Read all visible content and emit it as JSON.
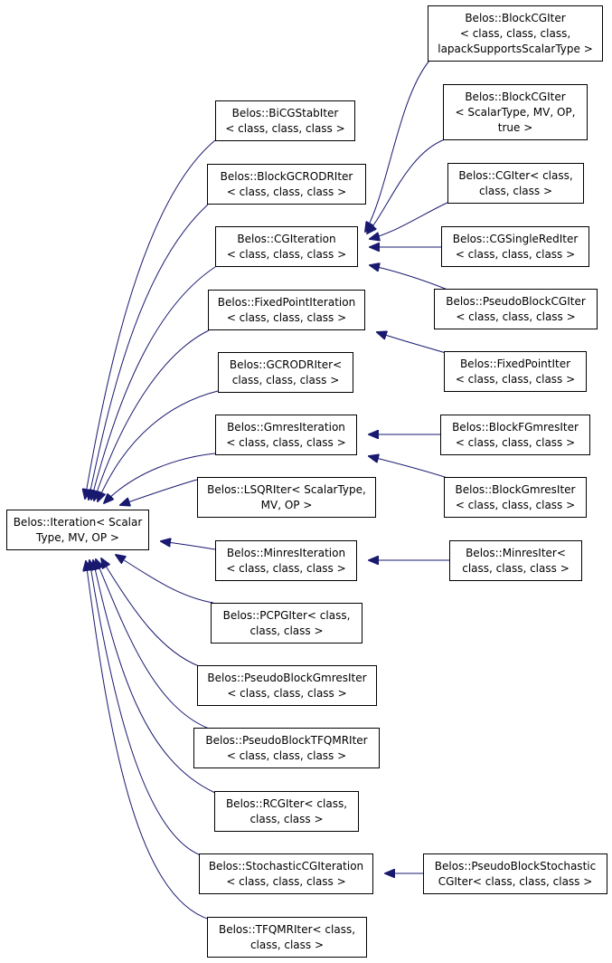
{
  "diagram": {
    "edge_color": "#191970",
    "root": {
      "lines": [
        "Belos::Iteration< Scalar",
        "Type, MV, OP >"
      ]
    },
    "nodes": [
      {
        "id": "bicgstab",
        "lines": [
          "Belos::BiCGStabIter",
          "< class, class, class >"
        ]
      },
      {
        "id": "blockgcrodr",
        "lines": [
          "Belos::BlockGCRODRIter",
          "< class, class, class >"
        ]
      },
      {
        "id": "cgiteration",
        "lines": [
          "Belos::CGIteration",
          "< class, class, class >"
        ]
      },
      {
        "id": "fixedpointiteration",
        "lines": [
          "Belos::FixedPointIteration",
          "< class, class, class >"
        ]
      },
      {
        "id": "gcrodr",
        "lines": [
          "Belos::GCRODRIter<",
          "class, class, class >"
        ]
      },
      {
        "id": "gmresiteration",
        "lines": [
          "Belos::GmresIteration",
          "< class, class, class >"
        ]
      },
      {
        "id": "lsqr",
        "lines": [
          "Belos::LSQRIter< ScalarType,",
          "MV, OP >"
        ]
      },
      {
        "id": "minresiteration",
        "lines": [
          "Belos::MinresIteration",
          "< class, class, class >"
        ]
      },
      {
        "id": "pcpg",
        "lines": [
          "Belos::PCPGIter< class,",
          "class, class >"
        ]
      },
      {
        "id": "pseudoblockgmres",
        "lines": [
          "Belos::PseudoBlockGmresIter",
          "< class, class, class >"
        ]
      },
      {
        "id": "pseudoblocktfqmr",
        "lines": [
          "Belos::PseudoBlockTFQMRIter",
          "< class, class, class >"
        ]
      },
      {
        "id": "rcg",
        "lines": [
          "Belos::RCGIter< class,",
          "class, class >"
        ]
      },
      {
        "id": "stochasticcg",
        "lines": [
          "Belos::StochasticCGIteration",
          "< class, class, class >"
        ]
      },
      {
        "id": "tfqmr",
        "lines": [
          "Belos::TFQMRIter< class,",
          "class, class >"
        ]
      },
      {
        "id": "blockcg1",
        "lines": [
          "Belos::BlockCGIter",
          "< class, class, class,",
          "lapackSupportsScalarType >"
        ]
      },
      {
        "id": "blockcg2",
        "lines": [
          "Belos::BlockCGIter",
          "< ScalarType, MV, OP,",
          "true >"
        ]
      },
      {
        "id": "cgiter",
        "lines": [
          "Belos::CGIter< class,",
          "class, class >"
        ]
      },
      {
        "id": "cgsinglered",
        "lines": [
          "Belos::CGSingleRedIter",
          "< class, class, class >"
        ]
      },
      {
        "id": "pseudoblockcg",
        "lines": [
          "Belos::PseudoBlockCGIter",
          "< class, class, class >"
        ]
      },
      {
        "id": "fixedpointiter",
        "lines": [
          "Belos::FixedPointIter",
          "< class, class, class >"
        ]
      },
      {
        "id": "blockfgmres",
        "lines": [
          "Belos::BlockFGmresIter",
          "< class, class, class >"
        ]
      },
      {
        "id": "blockgmres",
        "lines": [
          "Belos::BlockGmresIter",
          "< class, class, class >"
        ]
      },
      {
        "id": "minresiter",
        "lines": [
          "Belos::MinresIter<",
          "class, class, class >"
        ]
      },
      {
        "id": "pseudoblockstochastic",
        "lines": [
          "Belos::PseudoBlockStochastic",
          "CGIter< class, class, class >"
        ]
      }
    ]
  }
}
